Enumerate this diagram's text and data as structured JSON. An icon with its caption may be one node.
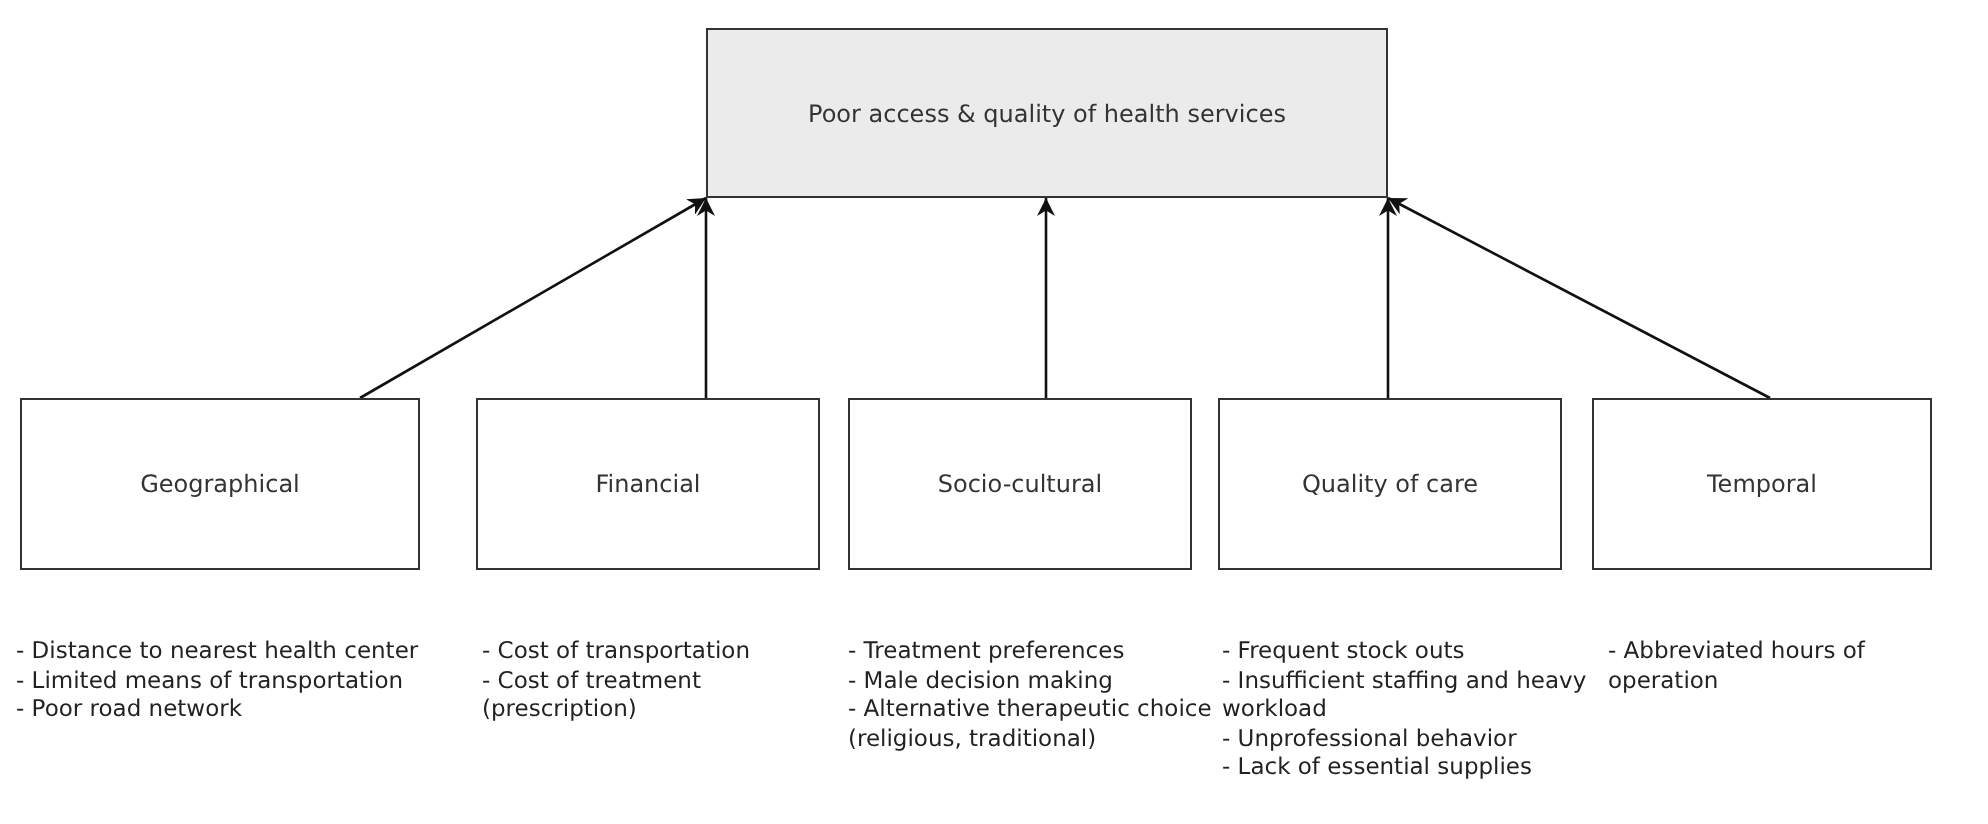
{
  "diagram": {
    "nodes": [
      {
        "text": [
          "Poor access & quality of health services"
        ]
      },
      {
        "text": [
          "Geographical"
        ],
        "beside": [
          "- Distance to nearest health center",
          "- Limited means of transportation",
          "- Poor road network"
        ]
      },
      {
        "text": [
          "Financial"
        ],
        "beside": [
          "- Cost of transportation",
          "- Cost of treatment (prescription)"
        ]
      },
      {
        "text": [
          "Socio-cultural"
        ],
        "beside": [
          "- Treatment preferences",
          "- Male decision making",
          "- Alternative therapeutic choice (religious, traditional)"
        ]
      },
      {
        "text": [
          "Quality of care"
        ],
        "beside": [
          "- Frequent stock outs",
          "- Insufficient staffing and heavy workload",
          "- Unprofessional behavior",
          "- Lack of essential supplies"
        ]
      },
      {
        "text": [
          "Temporal"
        ],
        "beside": [
          "- Abbreviated hours of operation"
        ]
      }
    ],
    "edges": [
      {
        "from": 1,
        "to": 0,
        "arrow": "to"
      },
      {
        "from": 2,
        "to": 0,
        "arrow": "to"
      },
      {
        "from": 3,
        "to": 0,
        "arrow": "to"
      },
      {
        "from": 4,
        "to": 0,
        "arrow": "to"
      },
      {
        "from": 5,
        "to": 0,
        "arrow": "to"
      }
    ]
  }
}
